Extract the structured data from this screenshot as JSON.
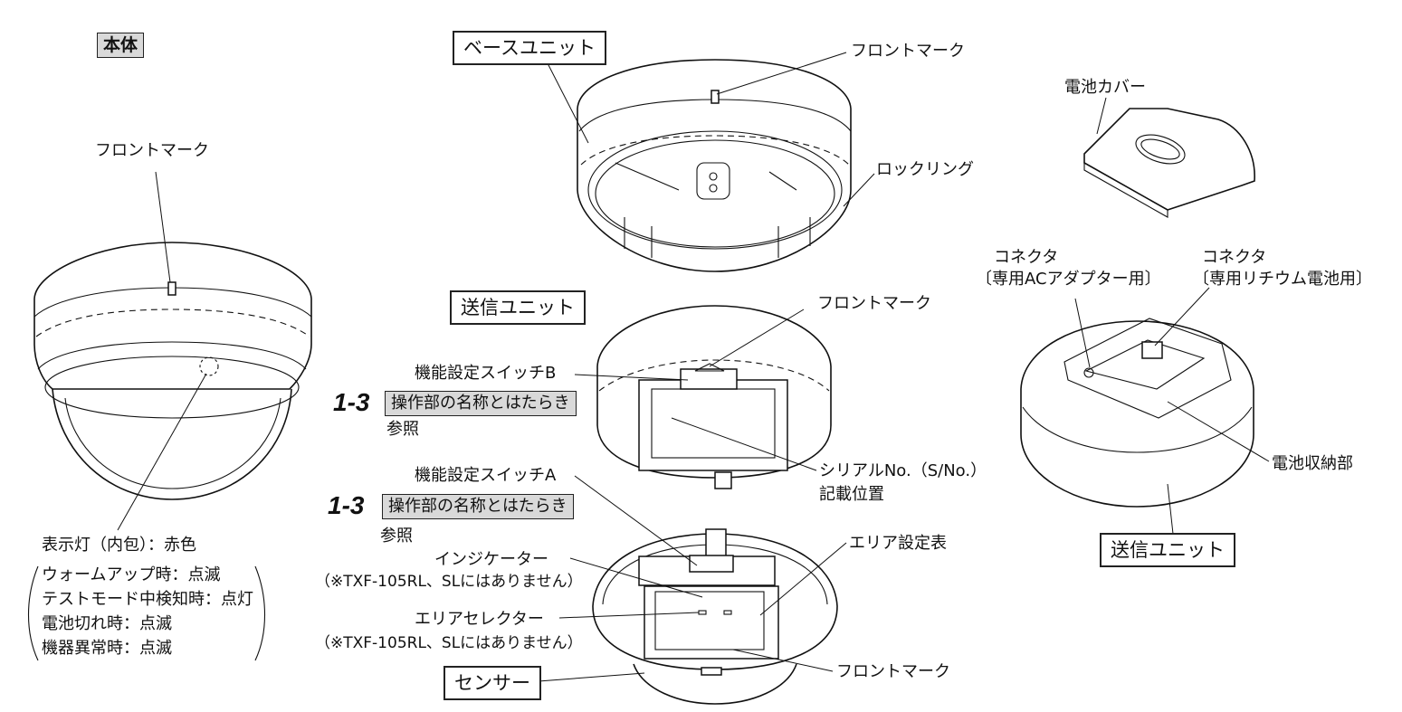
{
  "main_unit": {
    "title": "本体",
    "front_mark": "フロントマーク",
    "indicator": "表示灯（内包）：赤色",
    "indicator_states": [
      "ウォームアップ時：点滅",
      "テストモード中検知時：点灯",
      "電池切れ時：点滅",
      "機器異常時：点滅"
    ]
  },
  "base_unit": {
    "title": "ベースユニット",
    "front_mark": "フロントマーク",
    "locking_ring": "ロックリング"
  },
  "transmitter_unit": {
    "title": "送信ユニット",
    "front_mark": "フロントマーク",
    "switch_b": "機能設定スイッチB",
    "ref_number": "1-3",
    "ref_title": "操作部の名称とはたらき",
    "ref_suffix": "参照",
    "serial": "シリアルNo.（S/No.）",
    "serial_line2": "記載位置"
  },
  "sensor": {
    "title": "センサー",
    "switch_a": "機能設定スイッチA",
    "ref_number": "1-3",
    "ref_title": "操作部の名称とはたらき",
    "ref_suffix": "参照",
    "indicator": "インジケーター",
    "indicator_note": "（※TXF-105RL、SLにはありません）",
    "area_table": "エリア設定表",
    "area_selector": "エリアセレクター",
    "area_selector_note": "（※TXF-105RL、SLにはありません）",
    "front_mark": "フロントマーク"
  },
  "battery_side": {
    "battery_cover": "電池カバー",
    "connector_ac": "コネクタ",
    "connector_ac_note": "〔専用ACアダプター用〕",
    "connector_li": "コネクタ",
    "connector_li_note": "〔専用リチウム電池用〕",
    "battery_compartment": "電池収納部",
    "title": "送信ユニット"
  }
}
